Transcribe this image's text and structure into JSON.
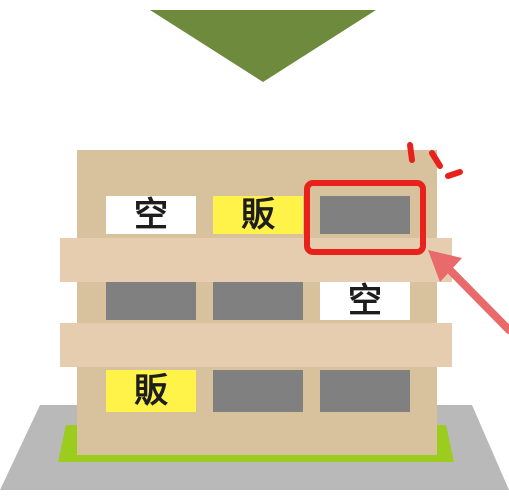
{
  "colors": {
    "arrow": "#6e8a3d",
    "building": "#d8c29d",
    "balcony": "#e6cdb0",
    "ground": "#b9b9b9",
    "grass": "#9ccc1e",
    "window_occupied": "#808080",
    "window_vacant": "#ffffff",
    "window_for_sale": "#fff34a",
    "highlight": "#e8211a",
    "pointer": "#e86a6a"
  },
  "windows": {
    "top_left": {
      "status": "vacant",
      "label": "空"
    },
    "top_middle": {
      "status": "for_sale",
      "label": "販"
    },
    "top_right": {
      "status": "occupied",
      "label": ""
    },
    "middle_left": {
      "status": "occupied",
      "label": ""
    },
    "middle_middle": {
      "status": "occupied",
      "label": ""
    },
    "middle_right": {
      "status": "vacant",
      "label": "空"
    },
    "bottom_left": {
      "status": "for_sale",
      "label": "販"
    },
    "bottom_middle": {
      "status": "occupied",
      "label": ""
    },
    "bottom_right": {
      "status": "occupied",
      "label": ""
    }
  },
  "icons": {
    "down_arrow": "down-arrow-icon",
    "highlight_box": "highlight-box-icon",
    "pointer_arrow": "pointer-arrow-icon",
    "attention_marks": "attention-marks-icon"
  }
}
